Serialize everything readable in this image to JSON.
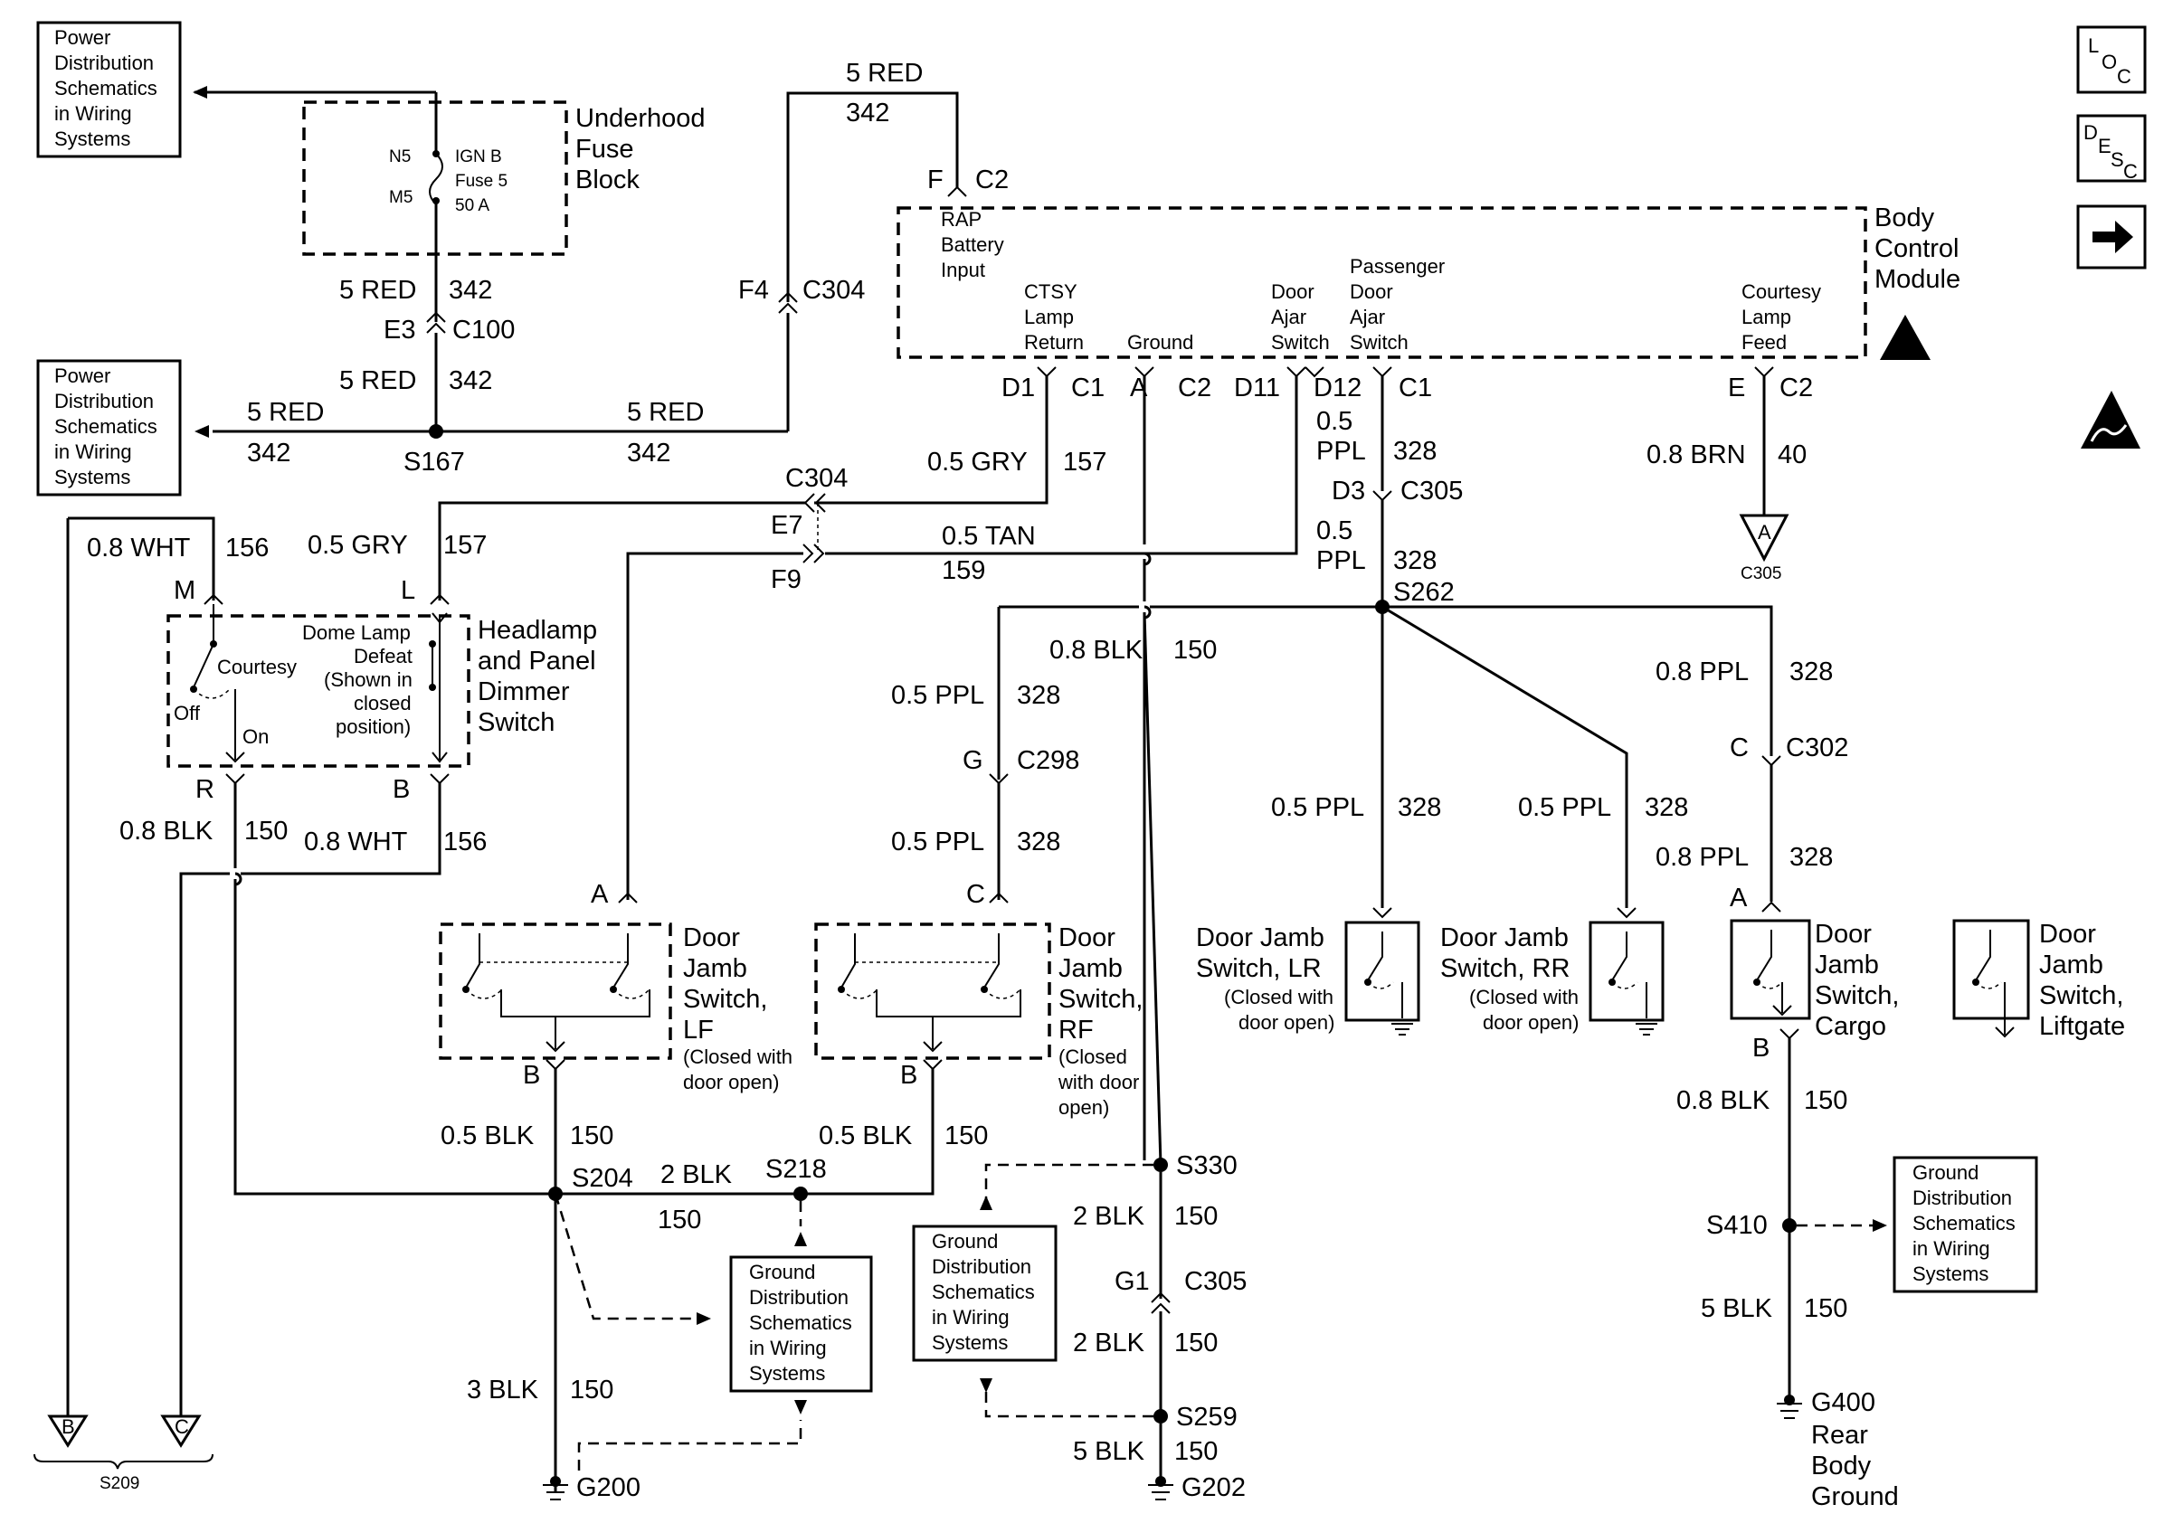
{
  "nav": {
    "loc_icon": "LOC",
    "desc_icon": "DESC",
    "next_icon": "arrow-right"
  },
  "refs": {
    "power_dist": "Power Distribution Schematics in Wiring Systems",
    "ground_dist": "Ground Distribution Schematics in Wiring Systems"
  },
  "fuse_block": {
    "title": "Underhood Fuse Block",
    "pin_in": "N5",
    "pin_out": "M5",
    "fuse": "IGN B Fuse 5 50 A"
  },
  "bcm": {
    "title": "Body Control Module",
    "inputs": {
      "rap": "RAP Battery Input",
      "ctsy_return": "CTSY Lamp Return",
      "ground": "Ground",
      "door_ajar": "Door Ajar Switch",
      "pass_door_ajar": "Passenger Door Ajar Switch",
      "courtesy_feed": "Courtesy Lamp Feed"
    }
  },
  "dimmer": {
    "title": "Headlamp and Panel Dimmer Switch",
    "courtesy": "Courtesy",
    "off": "Off",
    "on": "On",
    "dome_defeat": "Dome Lamp Defeat (Shown in closed position)"
  },
  "switches": {
    "lf": "Door Jamb Switch, LF",
    "rf": "Door Jamb Switch, RF",
    "lr": "Door Jamb Switch, LR",
    "rr": "Door Jamb Switch, RR",
    "cargo": "Door Jamb Switch, Cargo",
    "liftgate": "Door Jamb Switch, Liftgate",
    "closed_note": "(Closed with door open)"
  },
  "grounds": {
    "g200": "G200",
    "g202": "G202",
    "g400": "G400",
    "g400_desc": "Rear Body Ground"
  },
  "splices": [
    "S167",
    "S204",
    "S218",
    "S262",
    "S330",
    "S259",
    "S410",
    "S209"
  ],
  "wires": [
    {
      "size": "5 RED",
      "circuit": "342"
    },
    {
      "size": "0.5 GRY",
      "circuit": "157"
    },
    {
      "size": "0.5 TAN",
      "circuit": "159"
    },
    {
      "size": "0.5 PPL",
      "circuit": "328"
    },
    {
      "size": "0.8 PPL",
      "circuit": "328"
    },
    {
      "size": "0.8 BRN",
      "circuit": "40"
    },
    {
      "size": "0.8 BLK",
      "circuit": "150"
    },
    {
      "size": "0.5 BLK",
      "circuit": "150"
    },
    {
      "size": "2 BLK",
      "circuit": "150"
    },
    {
      "size": "3 BLK",
      "circuit": "150"
    },
    {
      "size": "5 BLK",
      "circuit": "150"
    },
    {
      "size": "0.8 WHT",
      "circuit": "156"
    }
  ]
}
